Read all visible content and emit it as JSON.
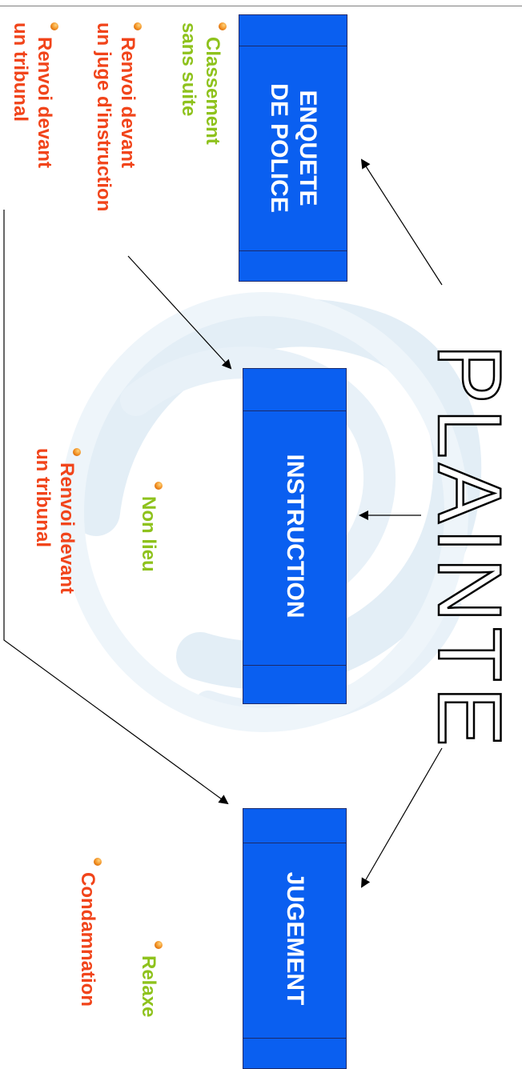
{
  "plainte": "PLAINTE",
  "boxes": {
    "police": "ENQUETE\nDE POLICE",
    "instruction": "INSTRUCTION",
    "jugement": "JUGEMENT"
  },
  "police_outcomes": {
    "classement": [
      "Classement",
      "sans suite"
    ],
    "renvoi_juge": [
      "Renvoi devant",
      "un juge d'instruction"
    ],
    "renvoi_tribunal": [
      "Renvoi devant",
      "un tribunal"
    ]
  },
  "instruction_outcomes": {
    "non_lieu": "Non lieu",
    "renvoi_tribunal": [
      "Renvoi devant",
      "un tribunal"
    ]
  },
  "jugement_outcomes": {
    "relaxe": "Relaxe",
    "condamnation": "Condamnation"
  },
  "colors": {
    "box": "#0a5ff0",
    "green": "#8ec21c",
    "red": "#f1441a",
    "watermark": "#e3eef6"
  }
}
